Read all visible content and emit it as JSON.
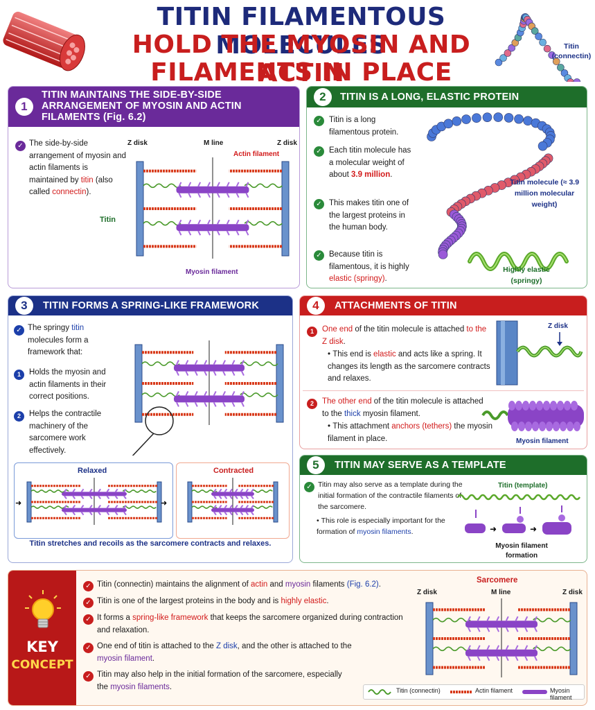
{
  "title": {
    "line1": "TITIN FILAMENTOUS MOLECULES",
    "line2": "HOLD THE MYOSIN AND ACTIN",
    "line3": "FILAMENTS IN PLACE"
  },
  "top_right_label": "Titin (connectin)",
  "panel1": {
    "number": "1",
    "heading": "TITIN MAINTAINS THE SIDE-BY-SIDE ARRANGEMENT OF MYOSIN AND ACTIN FILAMENTS (Fig. 6.2)",
    "text_a": "The side-by-side arrangement of myosin and actin filaments is maintained by ",
    "text_titin": "titin",
    "text_b": " (also called ",
    "text_connectin": "connectin",
    "text_c": ").",
    "labels": {
      "z_disk_left": "Z disk",
      "m_line": "M line",
      "z_disk_right": "Z disk",
      "actin": "Actin filament",
      "titin": "Titin",
      "myosin": "Myosin filament"
    }
  },
  "panel2": {
    "number": "2",
    "heading": "TITIN IS A LONG, ELASTIC PROTEIN",
    "b1": "Titin is a long filamentous protein.",
    "b2a": "Each titin molecule has a molecular weight of about ",
    "b2b": "3.9 million",
    "b2c": ".",
    "b3": "This makes titin one of the largest proteins in the human body.",
    "b4a": "Because titin is filamentous, it is highly ",
    "b4b": "elastic (springy)",
    "b4c": ".",
    "mol_label": "Titin molecule (≈ 3.9 million molecular weight)",
    "elastic_label": "Highly elastic (springy)"
  },
  "panel3": {
    "number": "3",
    "heading": "TITIN FORMS A SPRING-LIKE FRAMEWORK",
    "intro_a": "The springy ",
    "intro_b": "titin",
    "intro_c": " molecules form a framework that:",
    "p1": "Holds the myosin and actin filaments in their correct positions.",
    "p2": "Helps the contractile machinery of the sarcomere work effectively.",
    "relaxed": "Relaxed",
    "contracted": "Contracted",
    "caption": "Titin stretches and recoils as the sarcomere contracts and relaxes."
  },
  "panel4": {
    "number": "4",
    "heading": "ATTACHMENTS OF TITIN",
    "a1_red": "One end",
    "a1_mid": " of the titin molecule is attached ",
    "a1_red2": "to the Z disk",
    "a1_end": ".",
    "a1_sub_a": "This end is ",
    "a1_sub_b": "elastic",
    "a1_sub_c": " and acts like a spring. It changes its length as the sarcomere contracts and relaxes.",
    "a2_red": "The other end",
    "a2_mid": " of the titin molecule is attached to the ",
    "a2_blue": "thick",
    "a2_end": " myosin filament.",
    "a2_sub_a": "This attachment ",
    "a2_sub_b": "anchors (tethers)",
    "a2_sub_c": " the myosin filament in place.",
    "z_label": "Z disk",
    "myo_label": "Myosin filament"
  },
  "panel5": {
    "number": "5",
    "heading": "TITIN MAY SERVE AS A TEMPLATE",
    "t1": "Titin may also serve as a template during the initial formation of the contractile filaments of the sarcomere.",
    "t2a": "This role is especially important for the formation of ",
    "t2b": "myosin filaments",
    "t2c": ".",
    "template_label": "Titin (template)",
    "formation_label": "Myosin filament formation"
  },
  "key": {
    "word1": "KEY",
    "word2": "CONCEPT",
    "k1a": "Titin (connectin) maintains the alignment of ",
    "k1b": "actin",
    "k1c": " and ",
    "k1d": "myosin",
    "k1e": " filaments ",
    "k1f": "(Fig. 6.2)",
    "k1g": ".",
    "k2a": "Titin is one of the largest proteins in the body and is ",
    "k2b": "highly elastic",
    "k2c": ".",
    "k3a": "It forms a ",
    "k3b": "spring-like framework",
    "k3c": " that keeps the sarcomere organized during contraction and relaxation.",
    "k4a": "One end of titin is attached to the ",
    "k4b": "Z disk",
    "k4c": ", and the other is attached to the ",
    "k4d": "myosin filament",
    "k4e": ".",
    "k5a": "Titin may also help in the initial formation of the sarcomere, especially the ",
    "k5b": "myosin filaments",
    "k5c": ".",
    "sarcomere": "Sarcomere",
    "z_left": "Z disk",
    "m_line": "M line",
    "z_right": "Z disk",
    "legend_titin": "Titin (connectin)",
    "legend_actin": "Actin filament",
    "legend_myosin": "Myosin filament"
  },
  "colors": {
    "purple": "#6a2a9a",
    "green": "#1e6e2a",
    "navy": "#1c3187",
    "red": "#c81e1e"
  }
}
